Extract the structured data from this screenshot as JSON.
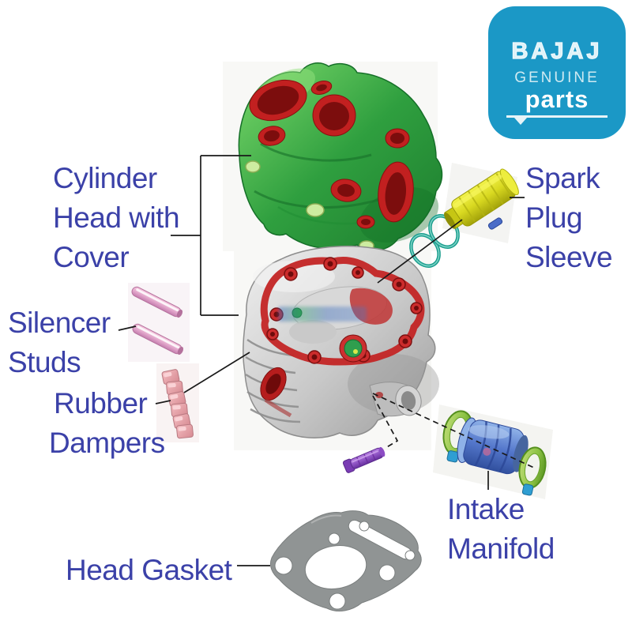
{
  "logo": {
    "brand": "BAJAJ",
    "genuine": "GENUINE",
    "parts": "parts"
  },
  "labels": {
    "cylinder_head_cover": {
      "lines": [
        "Cylinder",
        "Head with",
        "Cover"
      ]
    },
    "spark_plug_sleeve": {
      "lines": [
        "Spark",
        "Plug",
        "Sleeve"
      ]
    },
    "silencer_studs": {
      "lines": [
        "Silencer",
        "Studs"
      ]
    },
    "rubber_dampers": {
      "lines": [
        "Rubber",
        "Dampers"
      ]
    },
    "intake_manifold": {
      "lines": [
        "Intake",
        "Manifold"
      ]
    },
    "head_gasket": {
      "lines": [
        "Head Gasket"
      ]
    }
  },
  "colors": {
    "label_text": "#3b41a8",
    "logo_bg": "#1b98c6",
    "leader_line": "#1a1a1a",
    "cover_green": "#2f9f3f",
    "port_red": "#c22020",
    "head_gray": "#c0c0c0",
    "gasket_face_red": "#c32525",
    "sleeve_yellow": "#d8d820",
    "oring_teal": "#1c9e8e",
    "stud_pink": "#e3a8cc",
    "damper_pink": "#eaa8b0",
    "bolt_purple": "#8a4cc0",
    "manifold_blue": "#5578cc",
    "clamp_green": "#8cc244",
    "screw_blue": "#2f9ed2",
    "gasket_gray": "#909494"
  }
}
